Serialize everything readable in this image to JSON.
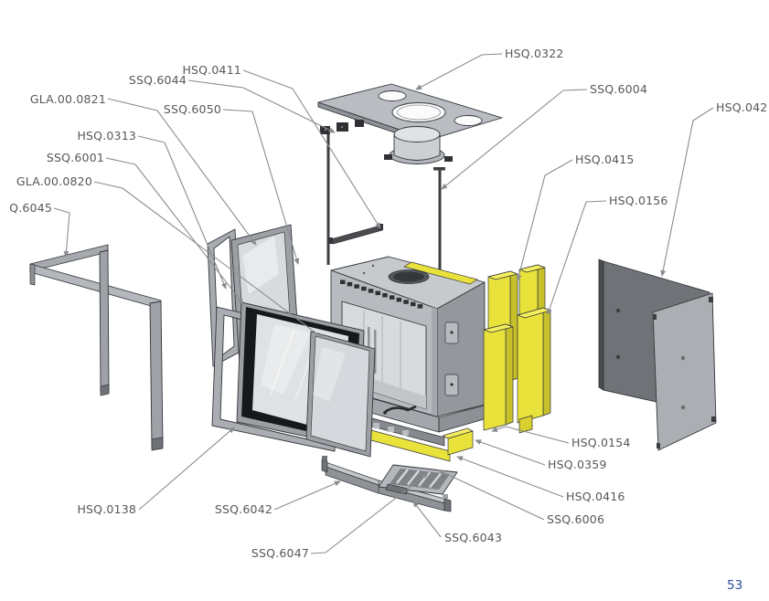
{
  "page": {
    "number": "53"
  },
  "colors": {
    "background": "#ffffff",
    "brick_yellow": "#e9e23b",
    "brick_yellow_dark": "#c7c02a",
    "brick_yellow_light": "#f4ee5e",
    "metal_light": "#c6cacd",
    "metal_mid": "#b7bbbf",
    "metal_dark": "#94989c",
    "panel_dark": "#6f7276",
    "gasket_black": "#17181a",
    "glass": "#dde0e3",
    "outline": "#33353a",
    "leader_line": "#8a8c8f",
    "label_text": "#55575a",
    "page_number": "#2a4b9b"
  },
  "diagram": {
    "type": "exploded-parts-diagram",
    "labels": [
      {
        "text": "HSQ.0322"
      },
      {
        "text": "SSQ.6004"
      },
      {
        "text": "HSQ.042"
      },
      {
        "text": "HSQ.0415"
      },
      {
        "text": "HSQ.0156"
      },
      {
        "text": "HSQ.0411"
      },
      {
        "text": "SSQ.6044"
      },
      {
        "text": "GLA.00.0821"
      },
      {
        "text": "SSQ.6050"
      },
      {
        "text": "HSQ.0313"
      },
      {
        "text": "SSQ.6001"
      },
      {
        "text": "GLA.00.0820"
      },
      {
        "text": "Q.6045"
      },
      {
        "text": "HSQ.0154"
      },
      {
        "text": "HSQ.0359"
      },
      {
        "text": "HSQ.0416"
      },
      {
        "text": "SSQ.6006"
      },
      {
        "text": "SSQ.6043"
      },
      {
        "text": "SSQ.6042"
      },
      {
        "text": "SSQ.6047"
      },
      {
        "text": "HSQ.0138"
      }
    ]
  }
}
